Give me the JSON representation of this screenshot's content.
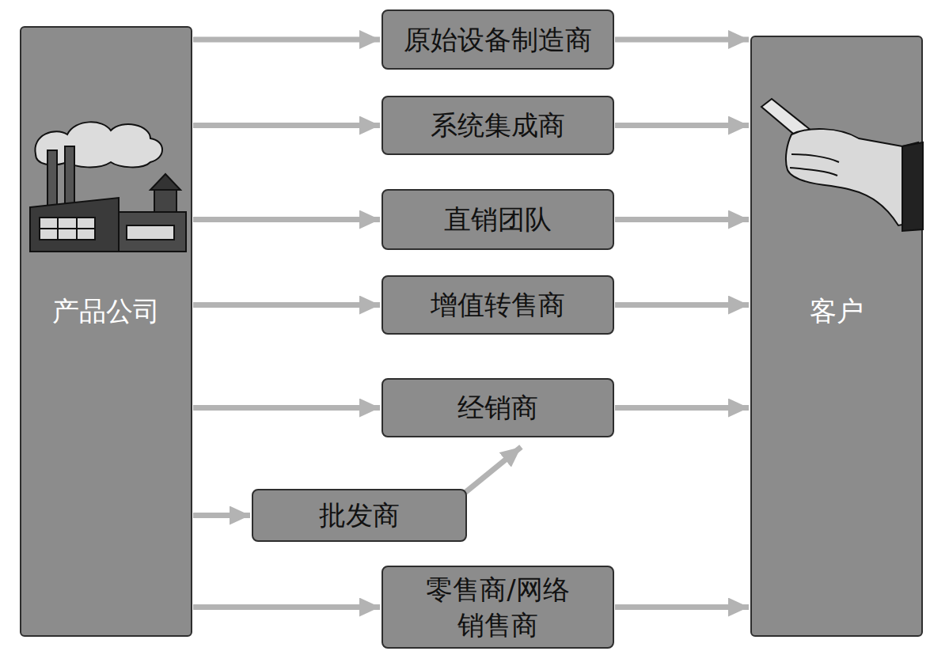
{
  "diagram": {
    "nodes": [
      {
        "text": [
          "产品公司"
        ]
      },
      {
        "text": [
          "原始设备制造商"
        ]
      },
      {
        "text": [
          "系统集成商"
        ]
      },
      {
        "text": [
          "直销团队"
        ]
      },
      {
        "text": [
          "增值转售商"
        ]
      },
      {
        "text": [
          "经销商"
        ]
      },
      {
        "text": [
          "批发商"
        ]
      },
      {
        "text": [
          "零售商/网络销售商"
        ]
      },
      {
        "text": [
          "客户"
        ]
      }
    ],
    "edges": [
      {
        "from": 0,
        "to": 1,
        "arrow": "to"
      },
      {
        "from": 0,
        "to": 2,
        "arrow": "to"
      },
      {
        "from": 0,
        "to": 3,
        "arrow": "to"
      },
      {
        "from": 0,
        "to": 4,
        "arrow": "to"
      },
      {
        "from": 0,
        "to": 5,
        "arrow": "to"
      },
      {
        "from": 0,
        "to": 6,
        "arrow": "to"
      },
      {
        "from": 6,
        "to": 5,
        "arrow": "to"
      },
      {
        "from": 0,
        "to": 7,
        "arrow": "to"
      },
      {
        "from": 1,
        "to": 8,
        "arrow": "to"
      },
      {
        "from": 2,
        "to": 8,
        "arrow": "to"
      },
      {
        "from": 3,
        "to": 8,
        "arrow": "to"
      },
      {
        "from": 4,
        "to": 8,
        "arrow": "to"
      },
      {
        "from": 5,
        "to": 8,
        "arrow": "to"
      },
      {
        "from": 7,
        "to": 8,
        "arrow": "to"
      }
    ]
  }
}
